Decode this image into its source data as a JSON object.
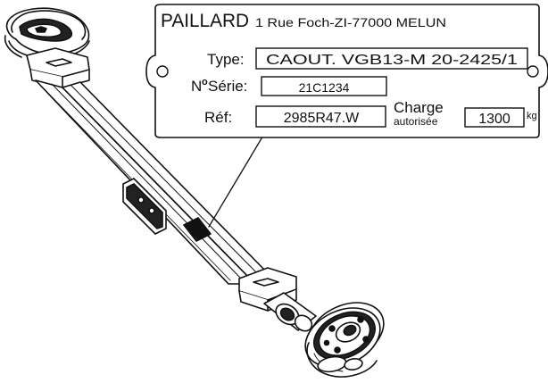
{
  "plate": {
    "brand": "PAILLARD",
    "address": "1 Rue Foch-ZI-77000 MELUN",
    "type_label": "Type:",
    "type_value": "CAOUT. VGB13-M  20-2425/1",
    "serie_label_prefix": "N",
    "serie_label_o": "o",
    "serie_label_suffix": "Série:",
    "serie_value": "21C1234",
    "ref_label": "Réf:",
    "ref_value": "2985R47.W",
    "charge_label": "Charge",
    "charge_sub": "autorisée",
    "charge_value": "1300",
    "charge_unit": "kg"
  },
  "colors": {
    "line": "#111111",
    "plate_bg": "#ffffff"
  }
}
